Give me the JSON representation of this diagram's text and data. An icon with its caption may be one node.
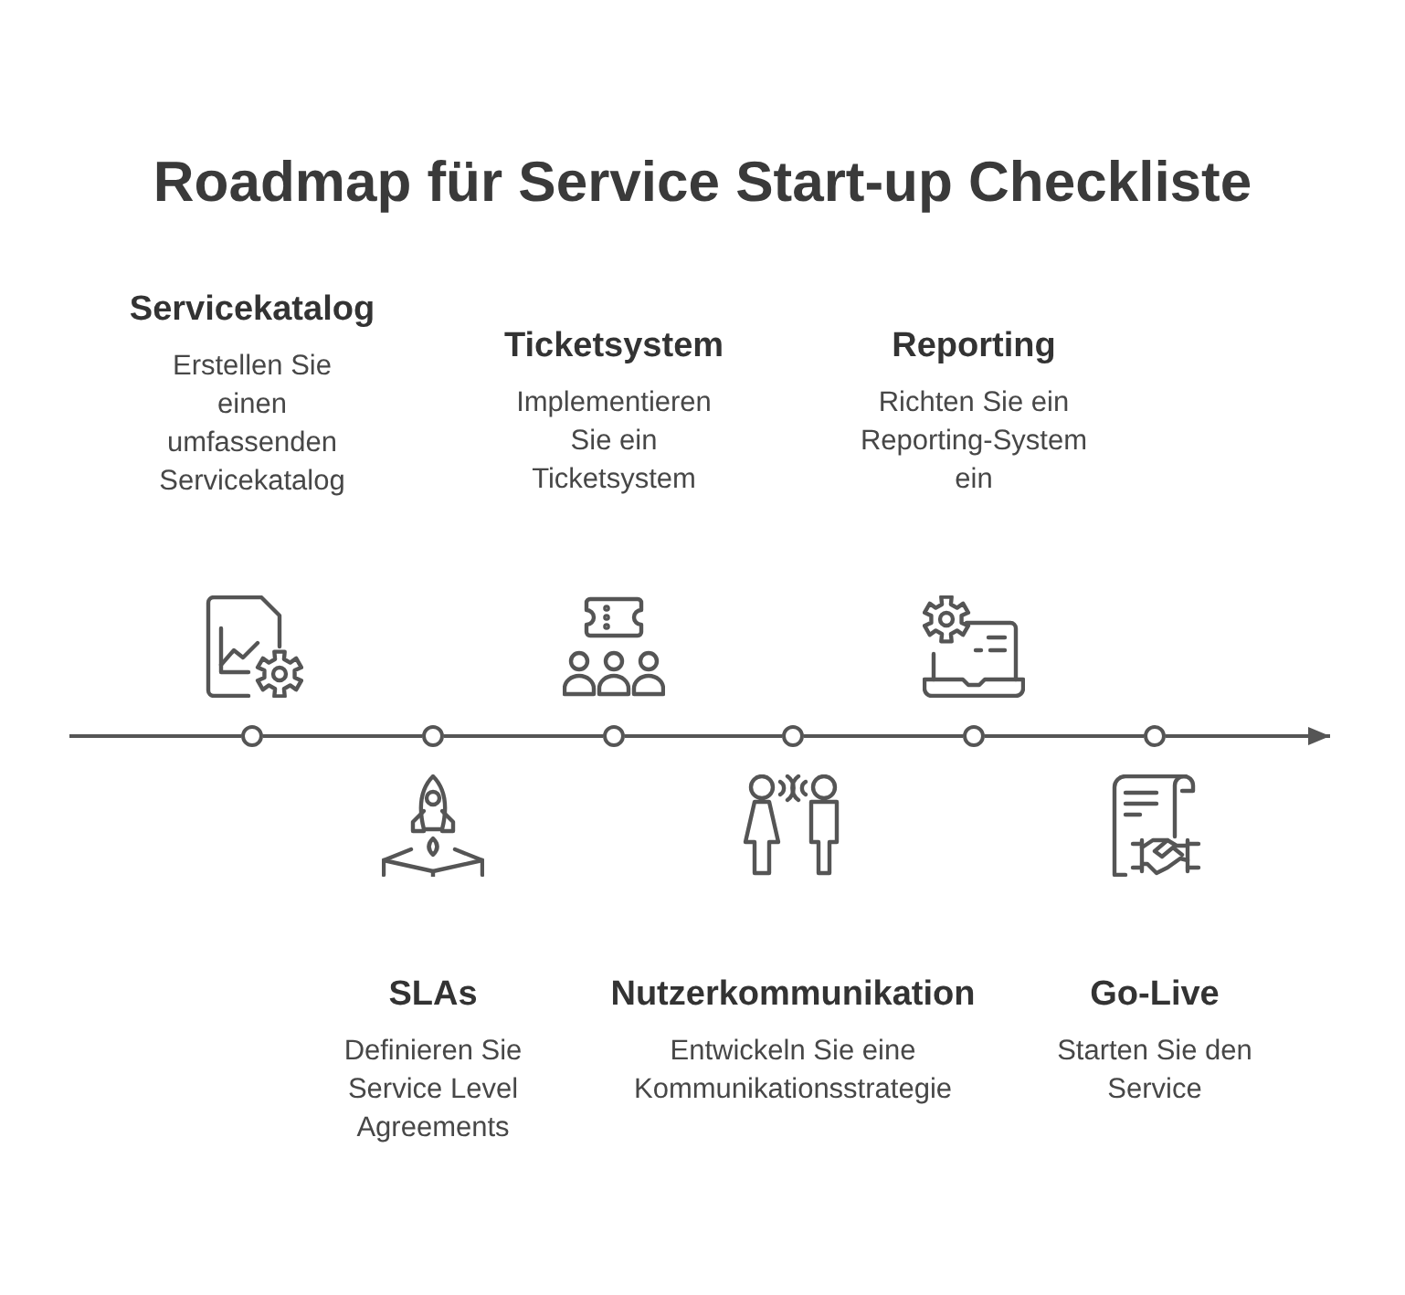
{
  "diagram": {
    "title": "Roadmap für Service Start-up Checkliste",
    "nodes": [
      {
        "text": [],
        "shape": "circle",
        "beside": [
          "Servicekatalog",
          "Erstellen Sie einen umfassenden Servicekatalog"
        ]
      },
      {
        "text": [],
        "shape": "circle",
        "beside": [
          "SLAs",
          "Definieren Sie Service Level Agreements"
        ]
      },
      {
        "text": [],
        "shape": "circle",
        "beside": [
          "Ticketsystem",
          "Implementieren Sie ein Ticketsystem"
        ]
      },
      {
        "text": [],
        "shape": "circle",
        "beside": [
          "Nutzerkommunikation",
          "Entwickeln Sie eine Kommunikationsstrategie"
        ]
      },
      {
        "text": [],
        "shape": "circle",
        "beside": [
          "Reporting",
          "Richten Sie ein Reporting-System ein"
        ]
      },
      {
        "text": [],
        "shape": "circle",
        "beside": [
          "Go-Live",
          "Starten Sie den Service"
        ]
      }
    ],
    "edges": [
      {
        "from": null,
        "to": 0,
        "arrow": "none"
      },
      {
        "from": 0,
        "to": 1,
        "arrow": "none"
      },
      {
        "from": 1,
        "to": 2,
        "arrow": "none"
      },
      {
        "from": 2,
        "to": 3,
        "arrow": "none"
      },
      {
        "from": 3,
        "to": 4,
        "arrow": "none"
      },
      {
        "from": 4,
        "to": 5,
        "arrow": "none"
      },
      {
        "from": 5,
        "to": null,
        "arrow": "to"
      }
    ]
  }
}
